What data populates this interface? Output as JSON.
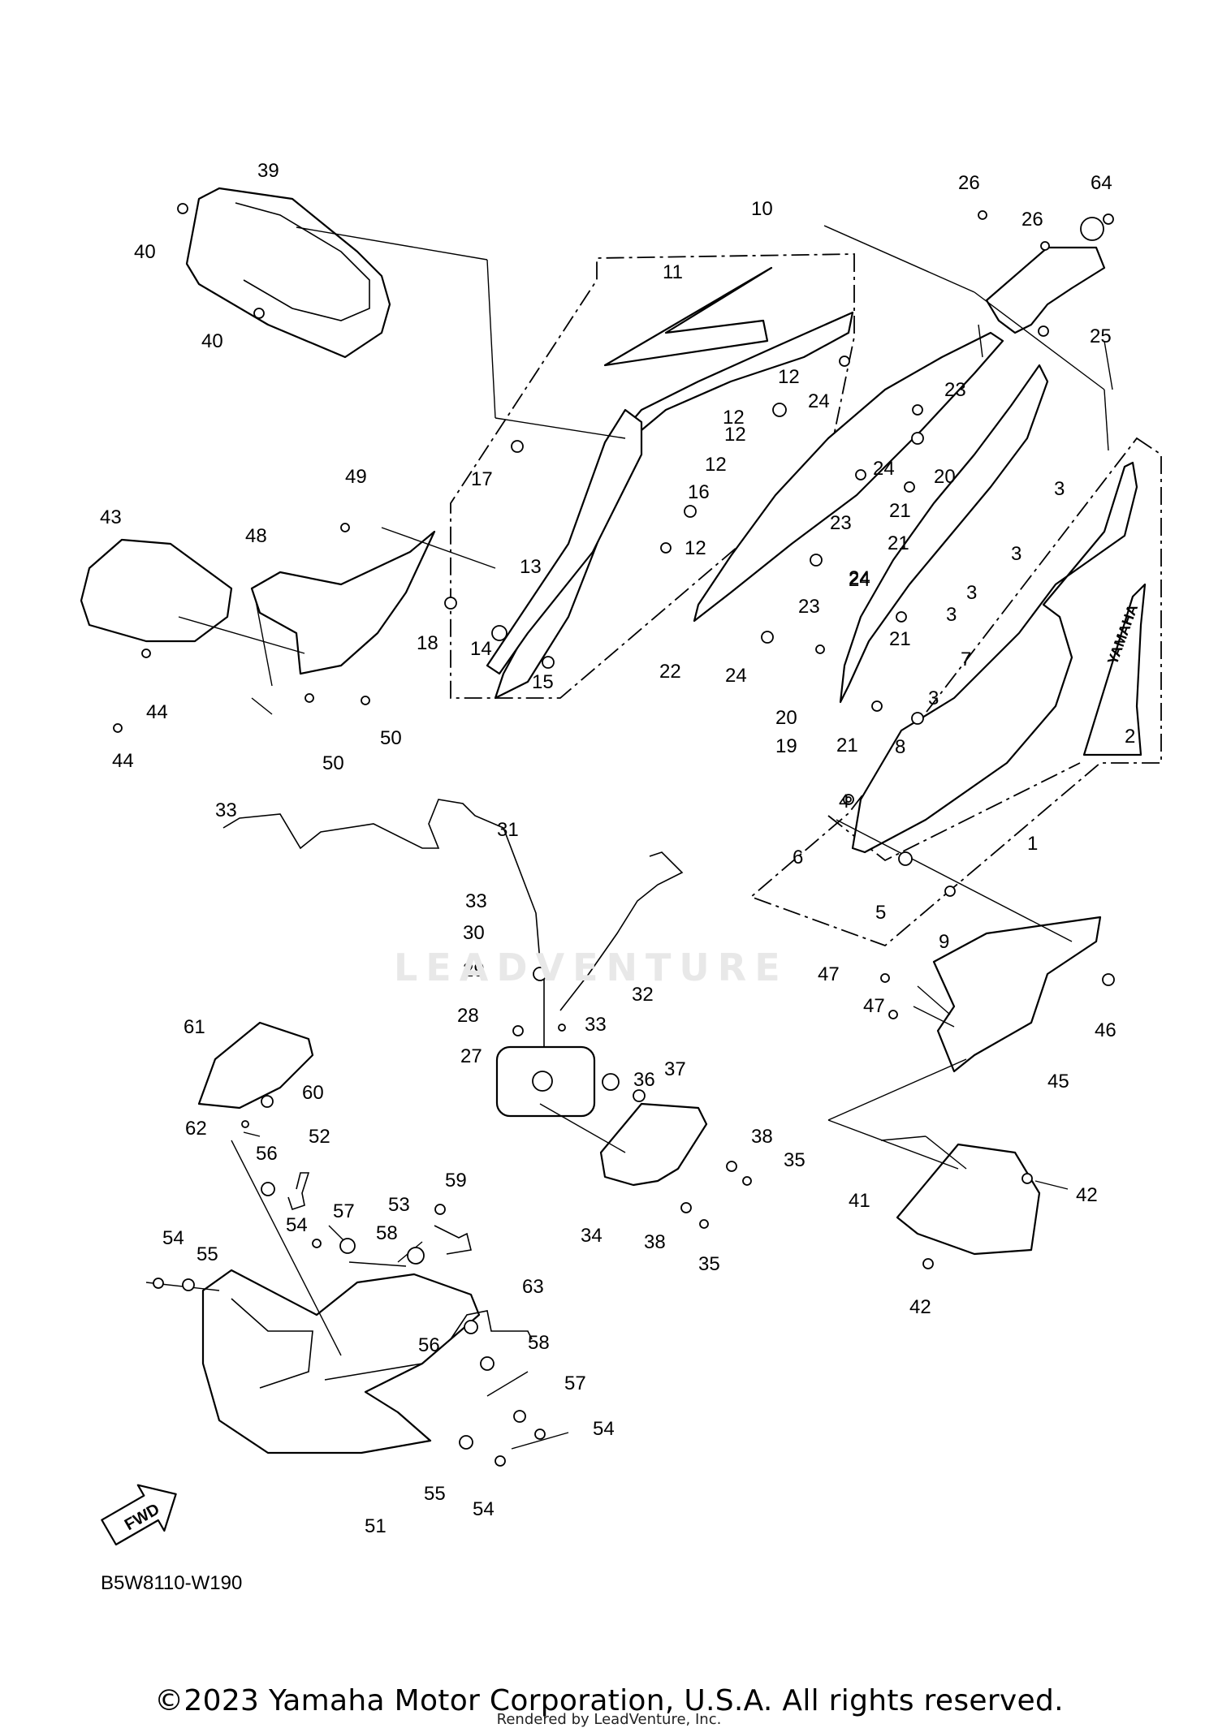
{
  "diagram": {
    "reference_code": "B5W8110-W190",
    "fwd_label": "FWD",
    "brand_text": "YAMAHA",
    "watermark": "LEADVENTURE",
    "copyright": "©2023 Yamaha Motor Corporation, U.S.A. All rights reserved.",
    "rendered_by": "Rendered by LeadVenture, Inc.",
    "callouts": [
      "1",
      "2",
      "3",
      "3",
      "3",
      "3",
      "3",
      "4",
      "5",
      "6",
      "7",
      "8",
      "9",
      "10",
      "11",
      "12",
      "12",
      "12",
      "12",
      "12",
      "13",
      "14",
      "15",
      "16",
      "17",
      "18",
      "19",
      "20",
      "20",
      "21",
      "21",
      "21",
      "21",
      "22",
      "23",
      "23",
      "23",
      "24",
      "24",
      "24",
      "24",
      "24",
      "25",
      "26",
      "26",
      "27",
      "28",
      "29",
      "30",
      "31",
      "32",
      "33",
      "33",
      "33",
      "34",
      "35",
      "35",
      "36",
      "37",
      "38",
      "38",
      "39",
      "40",
      "40",
      "41",
      "42",
      "42",
      "43",
      "44",
      "44",
      "45",
      "46",
      "47",
      "47",
      "48",
      "49",
      "50",
      "50",
      "51",
      "52",
      "53",
      "54",
      "54",
      "54",
      "54",
      "55",
      "55",
      "56",
      "56",
      "57",
      "57",
      "58",
      "58",
      "59",
      "60",
      "61",
      "62",
      "63",
      "64"
    ]
  }
}
